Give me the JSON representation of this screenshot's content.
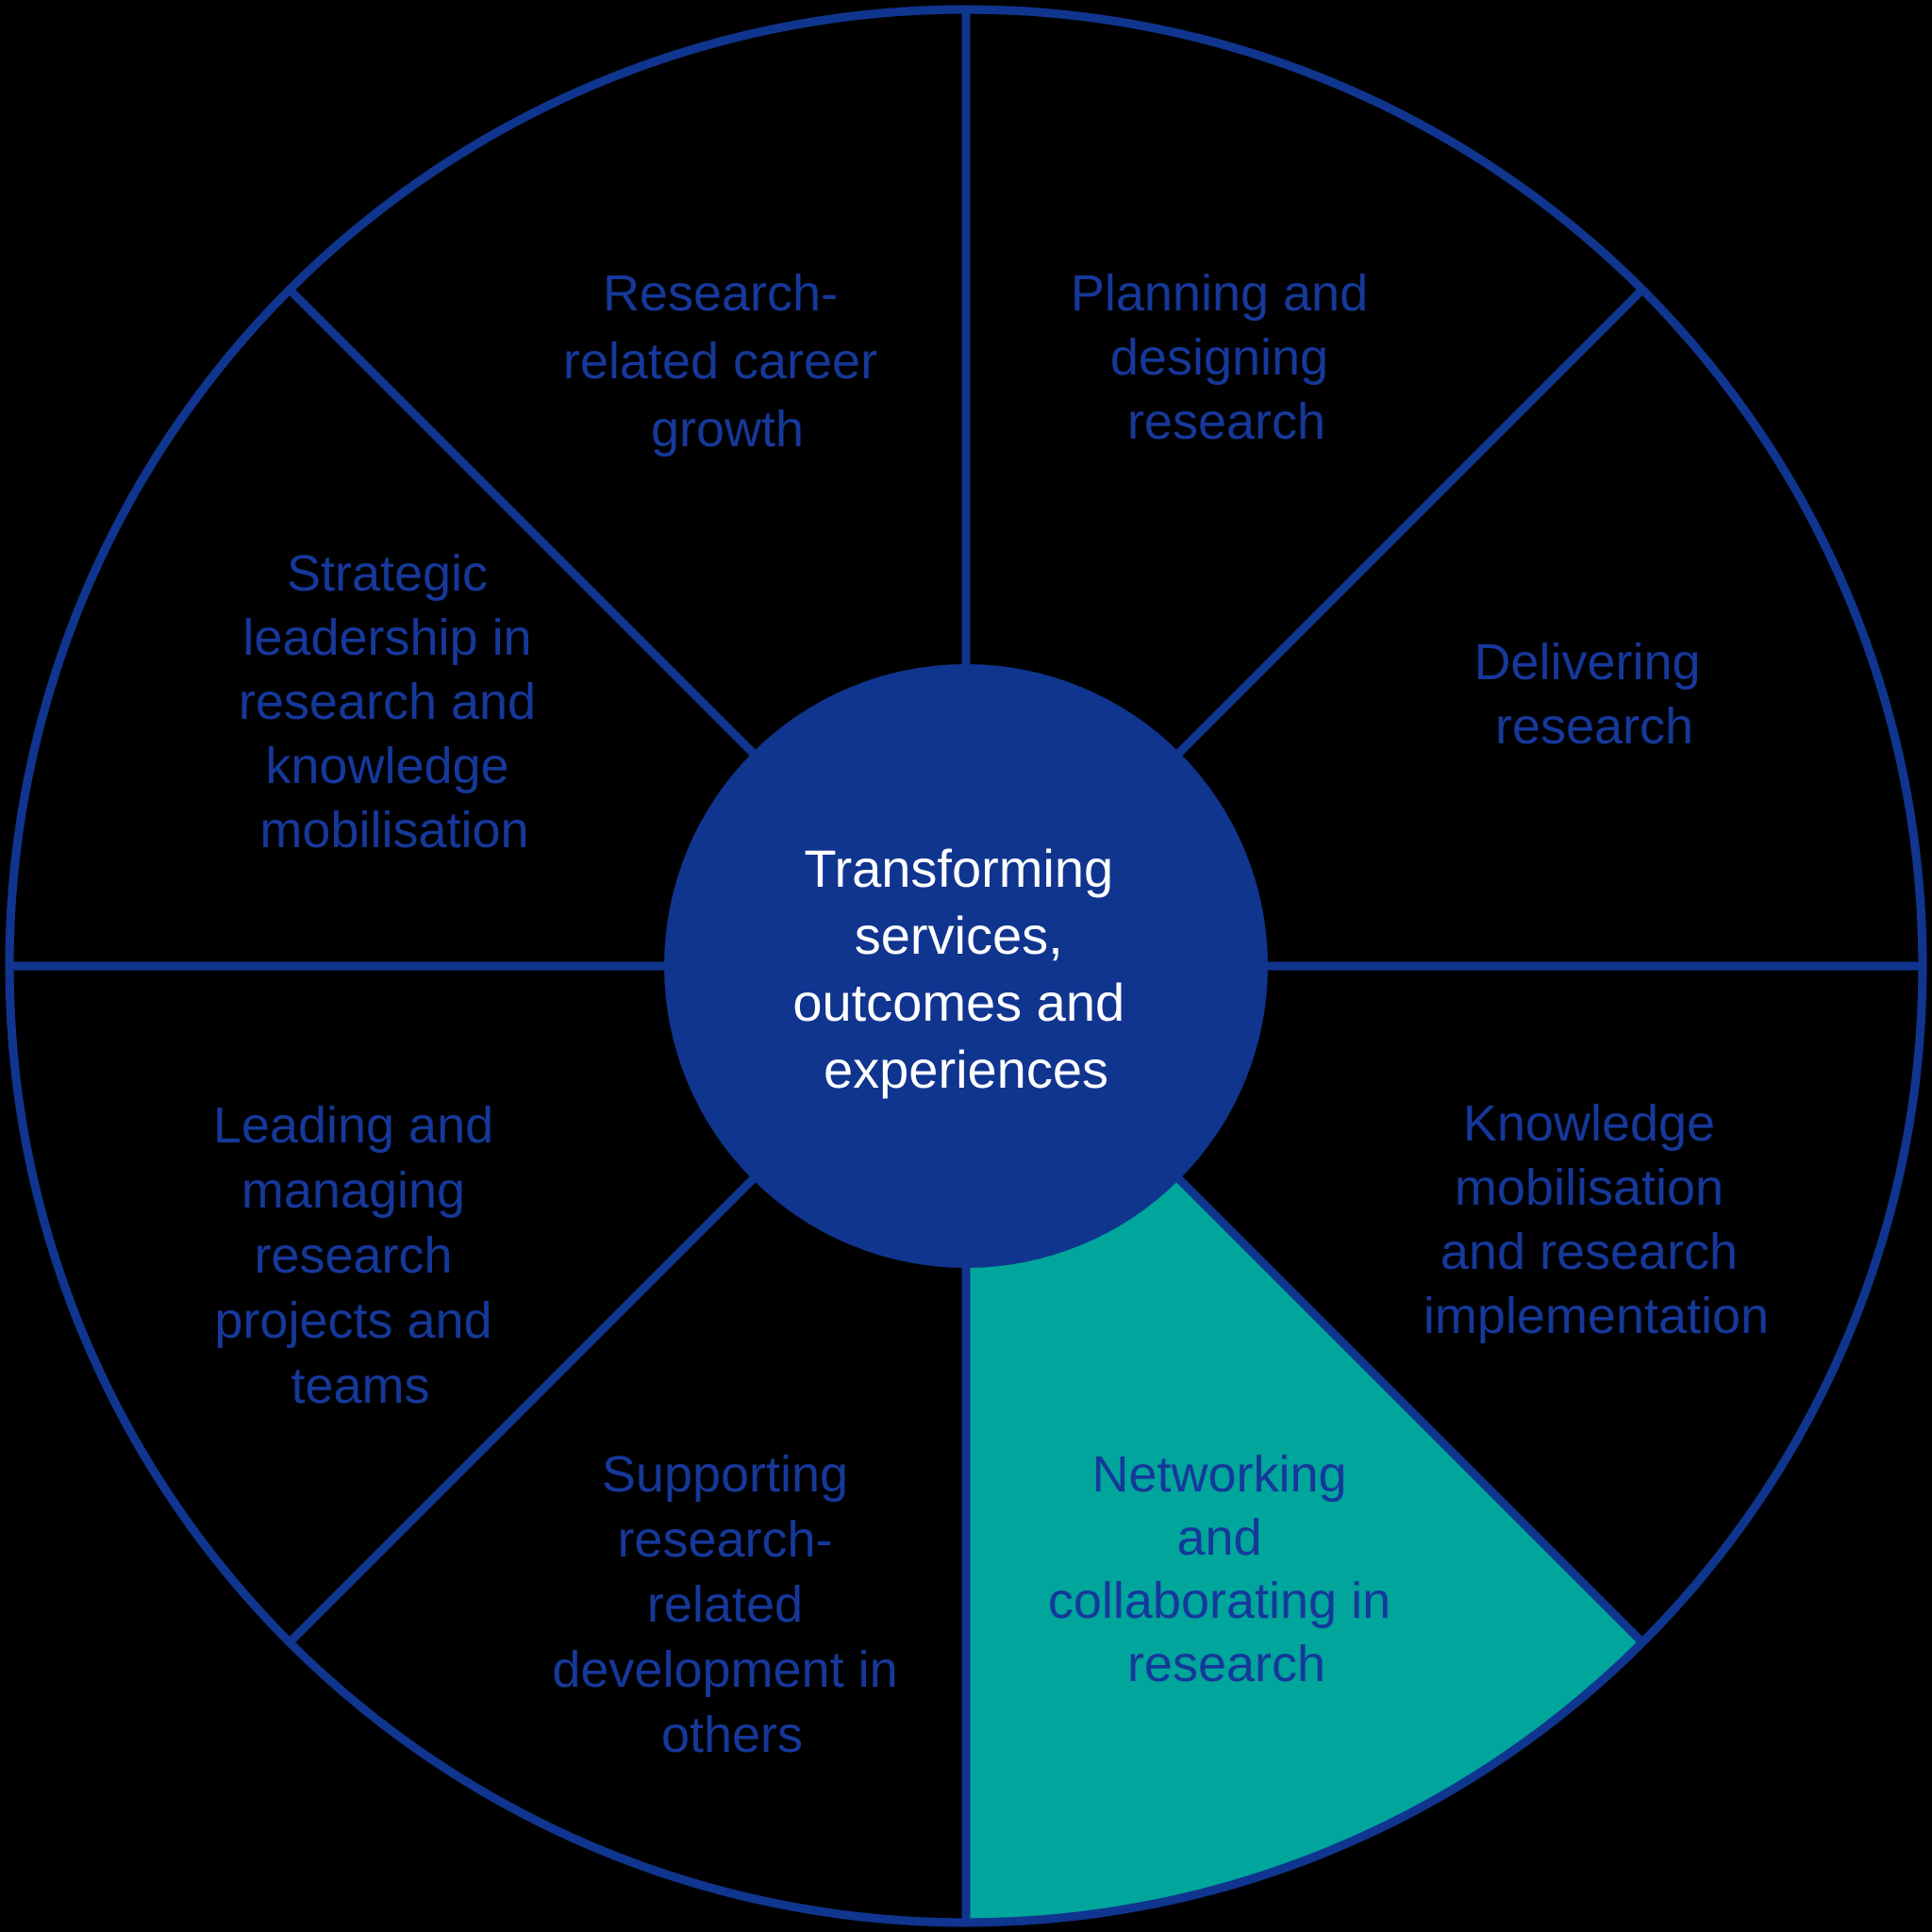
{
  "colors": {
    "navy": "#10358F",
    "teal": "#00A59C",
    "segment_text": "#16389A",
    "center_text": "#FFFFFF",
    "background": "#000000"
  },
  "center": {
    "label": "Transforming services, outcomes and experiences",
    "lines": [
      "Transforming",
      "services,",
      "outcomes and",
      "experiences"
    ]
  },
  "segments": [
    {
      "label": "Planning and designing research",
      "lines": [
        "Planning and",
        "designing",
        "research"
      ],
      "highlighted": false
    },
    {
      "label": "Delivering research",
      "lines": [
        "Delivering",
        "research"
      ],
      "highlighted": false
    },
    {
      "label": "Knowledge mobilisation and research implementation",
      "lines": [
        "Knowledge",
        "mobilisation",
        "and research",
        "implementation"
      ],
      "highlighted": false
    },
    {
      "label": "Networking and collaborating in research",
      "lines": [
        "Networking",
        "and",
        "collaborating in",
        "research"
      ],
      "highlighted": true
    },
    {
      "label": "Supporting research-related development in others",
      "lines": [
        "Supporting",
        "research-",
        "related",
        "development in",
        "others"
      ],
      "highlighted": false
    },
    {
      "label": "Leading and managing research projects and teams",
      "lines": [
        "Leading and",
        "managing",
        "research",
        "projects and",
        "teams"
      ],
      "highlighted": false
    },
    {
      "label": "Strategic leadership in research and knowledge mobilisation",
      "lines": [
        "Strategic",
        "leadership in",
        "research and",
        "knowledge",
        "mobilisation"
      ],
      "highlighted": false
    },
    {
      "label": "Research-related career growth",
      "lines": [
        "Research-",
        "related career",
        "growth"
      ],
      "highlighted": false
    }
  ]
}
